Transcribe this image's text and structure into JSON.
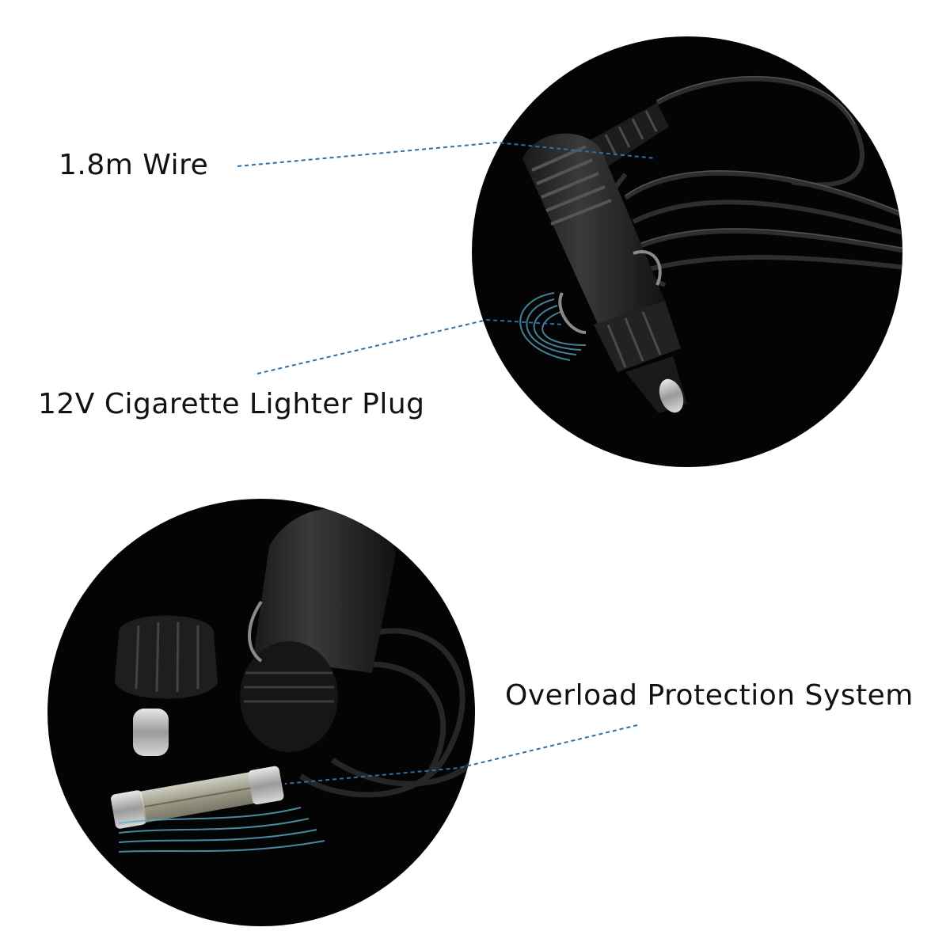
{
  "callouts": {
    "wire": "1.8m Wire",
    "plug": "12V Cigarette Lighter Plug",
    "overload": "Overload Protection System"
  },
  "colors": {
    "background": "#ffffff",
    "photo_circle": "#040404",
    "leader_line": "#2f6fa6",
    "accent_glow": "#5aa9c9",
    "text": "#111111"
  }
}
